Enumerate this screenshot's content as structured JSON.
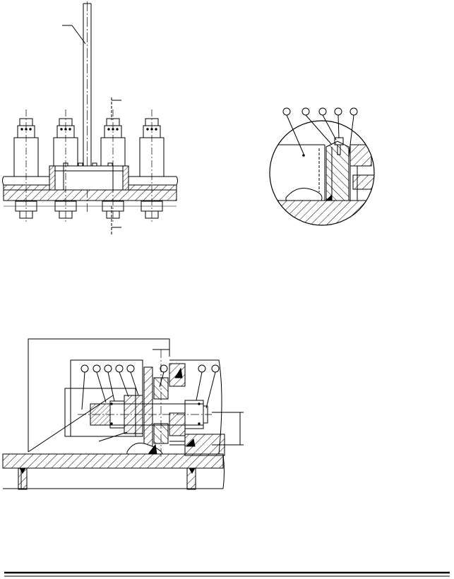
{
  "page": {
    "background": "#ffffff",
    "ink": "#000000"
  },
  "drawings": [
    {
      "name": "flange-bolting-elevation",
      "labels": []
    },
    {
      "name": "detail-circle-section",
      "callouts": [
        "",
        "",
        "",
        "",
        ""
      ]
    },
    {
      "name": "bolt-assembly-section",
      "callouts": [
        "",
        "",
        "",
        "",
        "",
        "",
        "",
        ""
      ]
    }
  ],
  "footer": {
    "rule": "double-line"
  }
}
